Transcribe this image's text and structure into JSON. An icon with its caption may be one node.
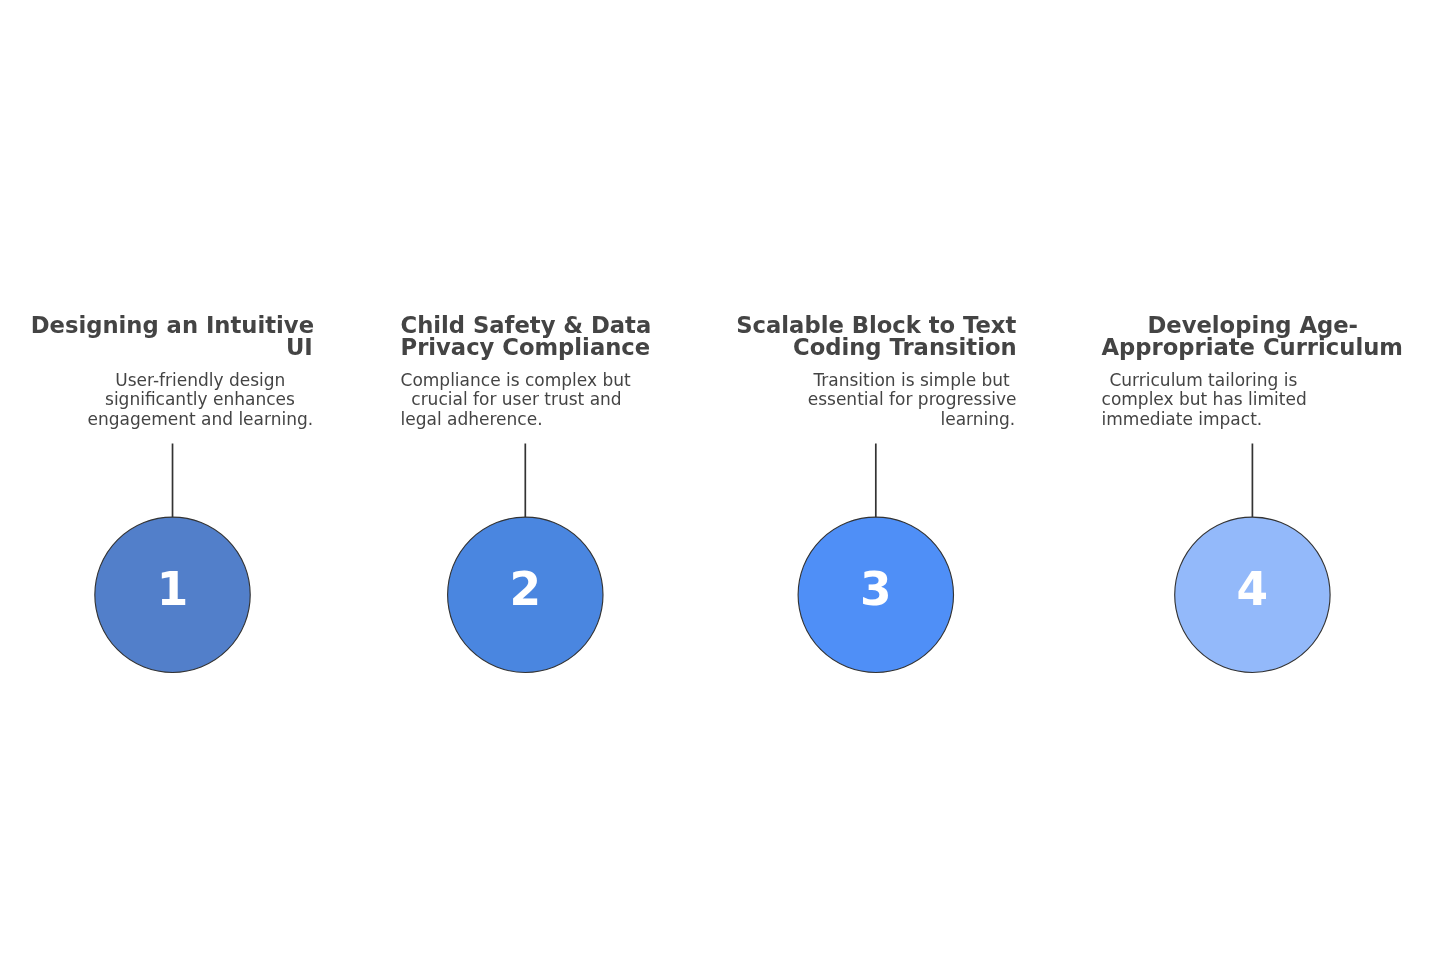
{
  "diagram": {
    "nodes": [
      {
        "text": [
          "Designing an Intuitive UI",
          "User-friendly design significantly enhances engagement and learning."
        ]
      },
      {
        "text": [
          "1"
        ]
      },
      {
        "text": [
          "Child Safety & Data Privacy Compliance",
          "Compliance is complex but crucial for user trust and legal adherence."
        ]
      },
      {
        "text": [
          "2"
        ]
      },
      {
        "text": [
          "3"
        ]
      },
      {
        "text": [
          "Scalable Block to Text Coding Transition",
          "Transition is simple but essential for progressive learning."
        ]
      },
      {
        "text": [
          "4"
        ]
      },
      {
        "text": [
          "Developing Age-Appropriate Curriculum",
          "Curriculum tailoring is complex but has limited immediate impact."
        ]
      }
    ],
    "edges": [
      {
        "from": 0,
        "to": 1,
        "arrow": "none"
      },
      {
        "from": 2,
        "to": 3,
        "arrow": "none"
      },
      {
        "from": 5,
        "to": 4,
        "arrow": "none"
      },
      {
        "from": 7,
        "to": 6,
        "arrow": "none"
      }
    ]
  }
}
